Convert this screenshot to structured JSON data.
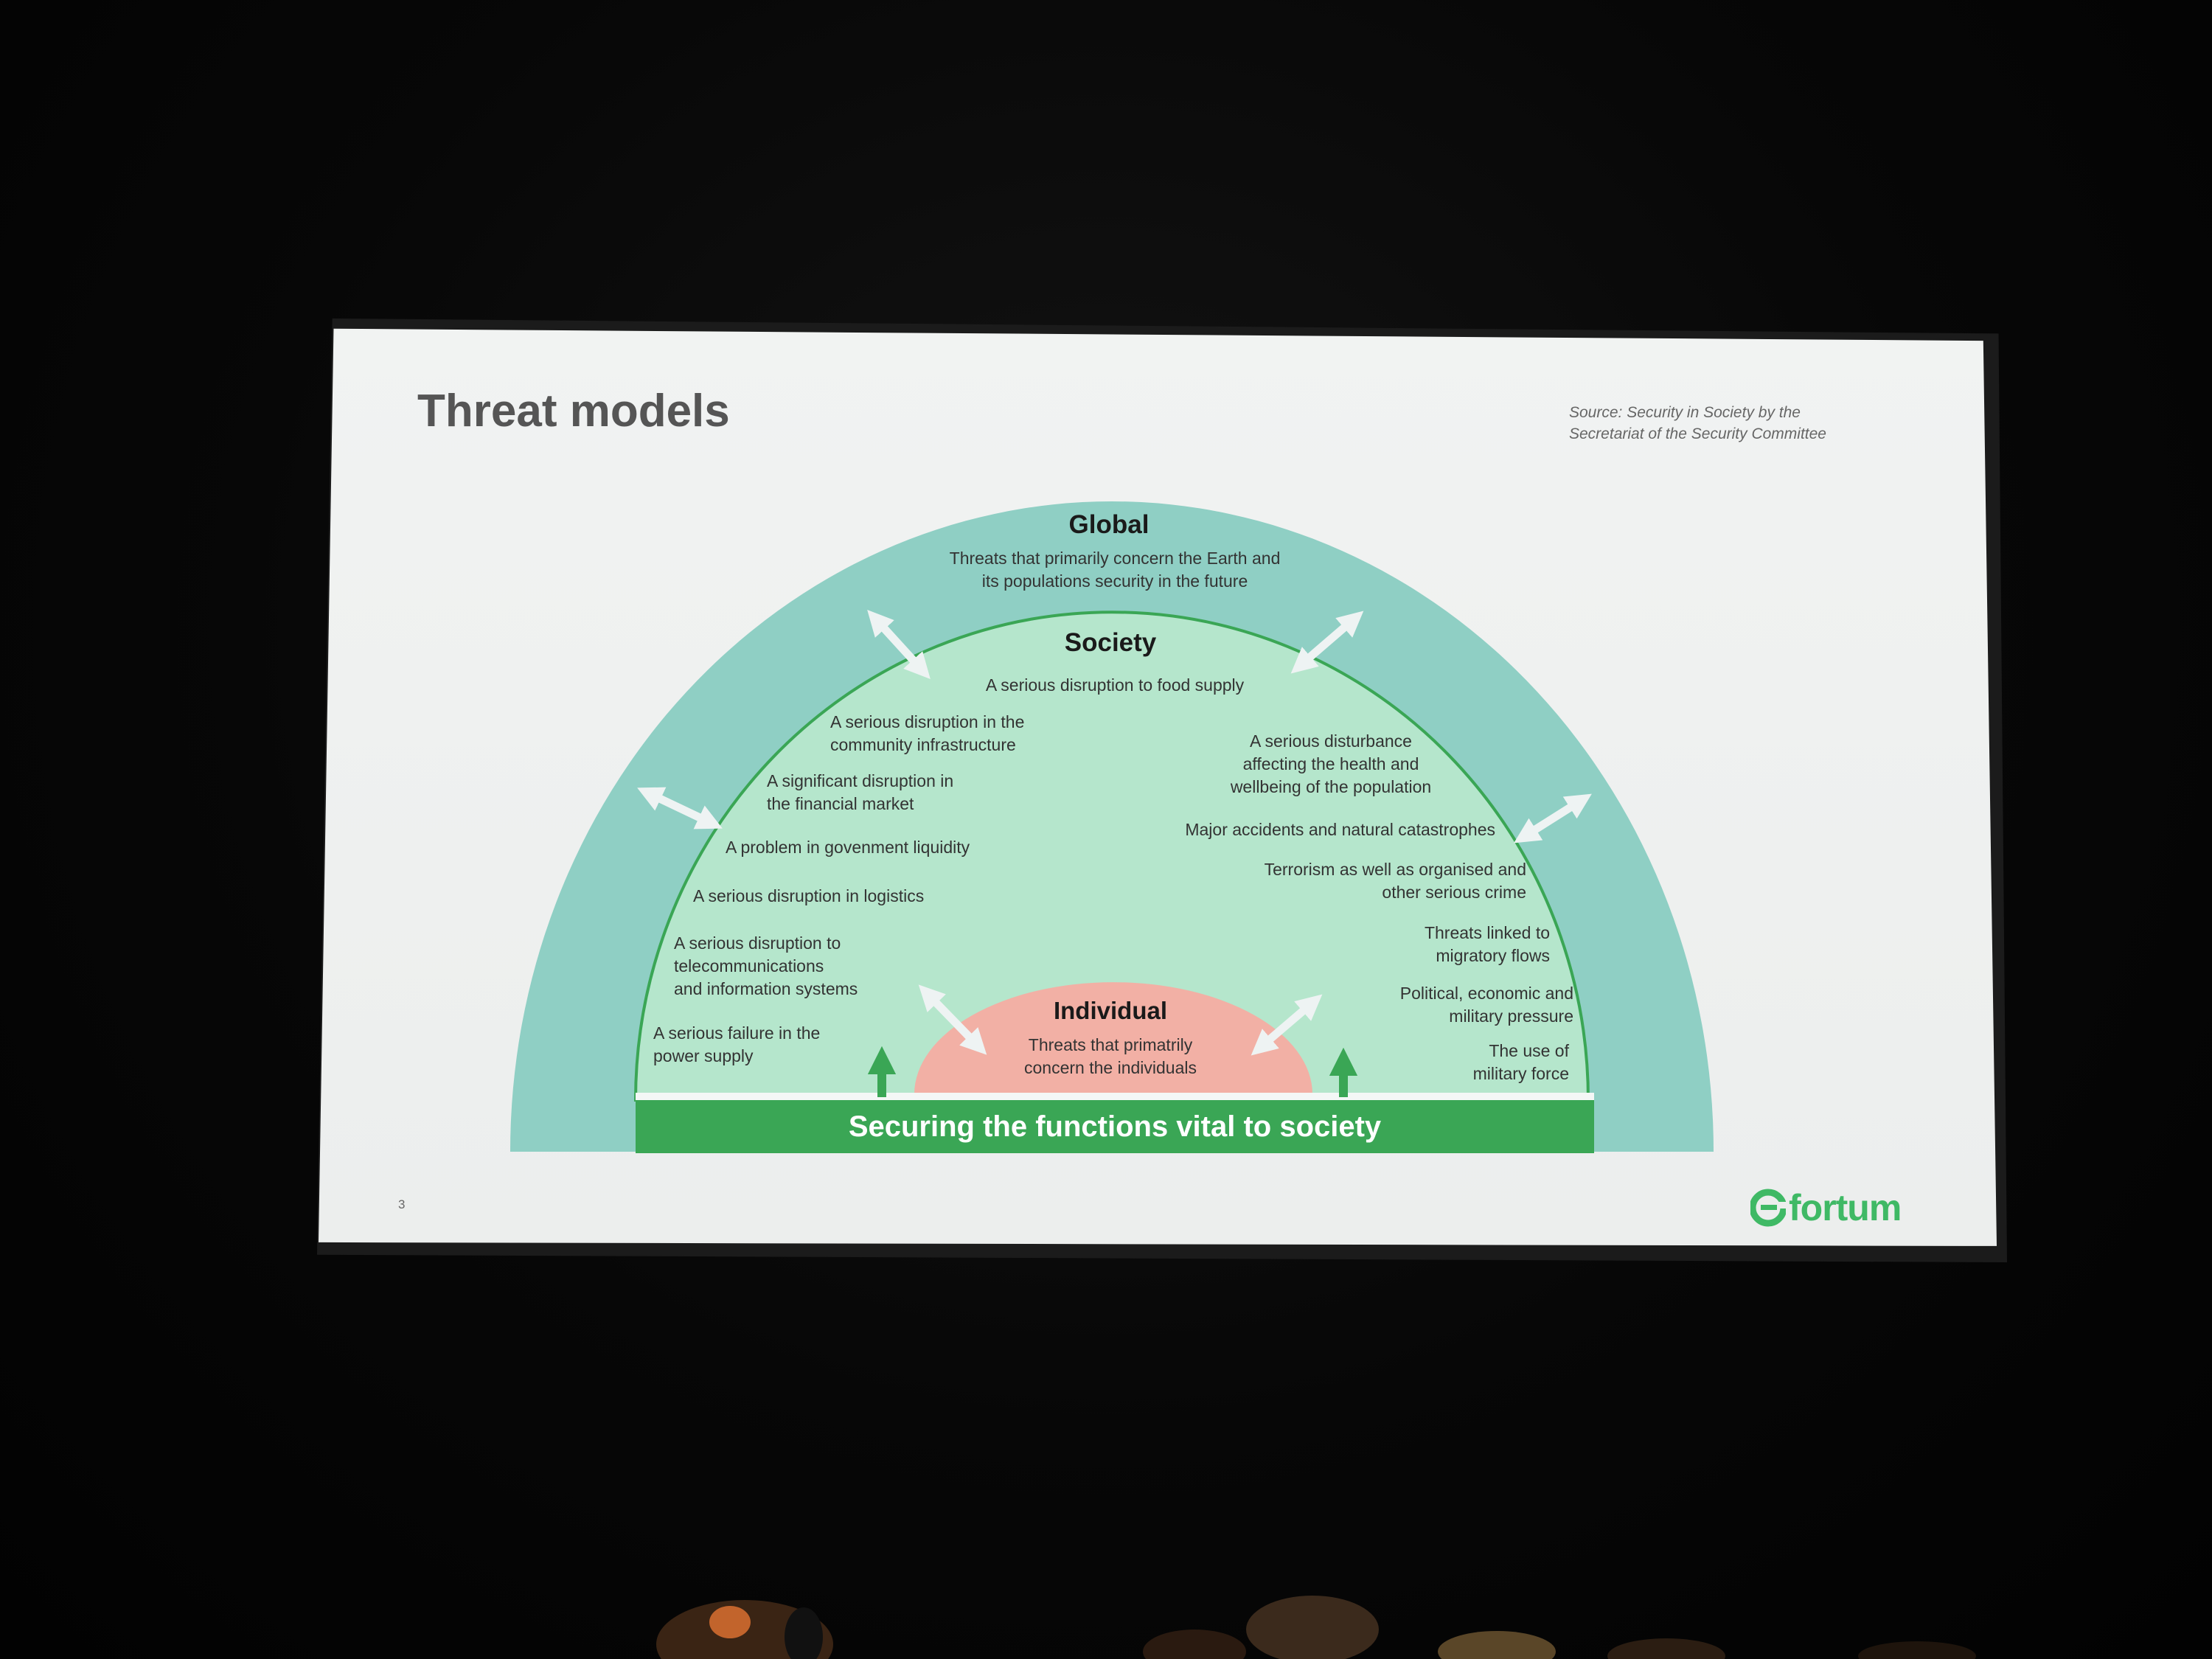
{
  "slide": {
    "title": "Threat models",
    "source_line1": "Source: Security in Society by the",
    "source_line2": "Secretariat of the Security Committee",
    "page_number": "3",
    "logo_text": "fortum"
  },
  "diagram": {
    "global": {
      "heading": "Global",
      "desc_line1": "Threats that primarily concern the Earth and",
      "desc_line2": "its populations security in the future"
    },
    "society": {
      "heading": "Society",
      "top_item": "A serious disruption to food supply",
      "left_items": [
        {
          "line1": "A serious disruption in the",
          "line2": "community infrastructure"
        },
        {
          "line1": "A significant disruption in",
          "line2": "the financial market"
        },
        {
          "line1": "A problem in govenment liquidity"
        },
        {
          "line1": "A serious disruption in logistics"
        },
        {
          "line1": "A serious disruption to",
          "line2": "telecommunications",
          "line3": "and information systems"
        },
        {
          "line1": "A serious failure in the",
          "line2": "power supply"
        }
      ],
      "right_items": [
        {
          "line1": "A serious disturbance",
          "line2": "affecting the health and",
          "line3": "wellbeing of the population"
        },
        {
          "line1": "Major accidents and natural catastrophes"
        },
        {
          "line1": "Terrorism as well as organised and",
          "line2": "other serious crime"
        },
        {
          "line1": "Threats linked to",
          "line2": "migratory flows"
        },
        {
          "line1": "Political, economic and",
          "line2": "military pressure"
        },
        {
          "line1": "The use of",
          "line2": "military force"
        }
      ]
    },
    "individual": {
      "heading": "Individual",
      "desc_line1": "Threats that primatrily",
      "desc_line2": "concern the individuals"
    },
    "banner": "Securing the functions vital to society"
  },
  "colors": {
    "outer_ring": "#8fcfc4",
    "inner_area": "#b5e6cc",
    "inner_border": "#3aa655",
    "individual": "#f2b0a5",
    "banner": "#3aa655",
    "logo": "#3fb965"
  }
}
